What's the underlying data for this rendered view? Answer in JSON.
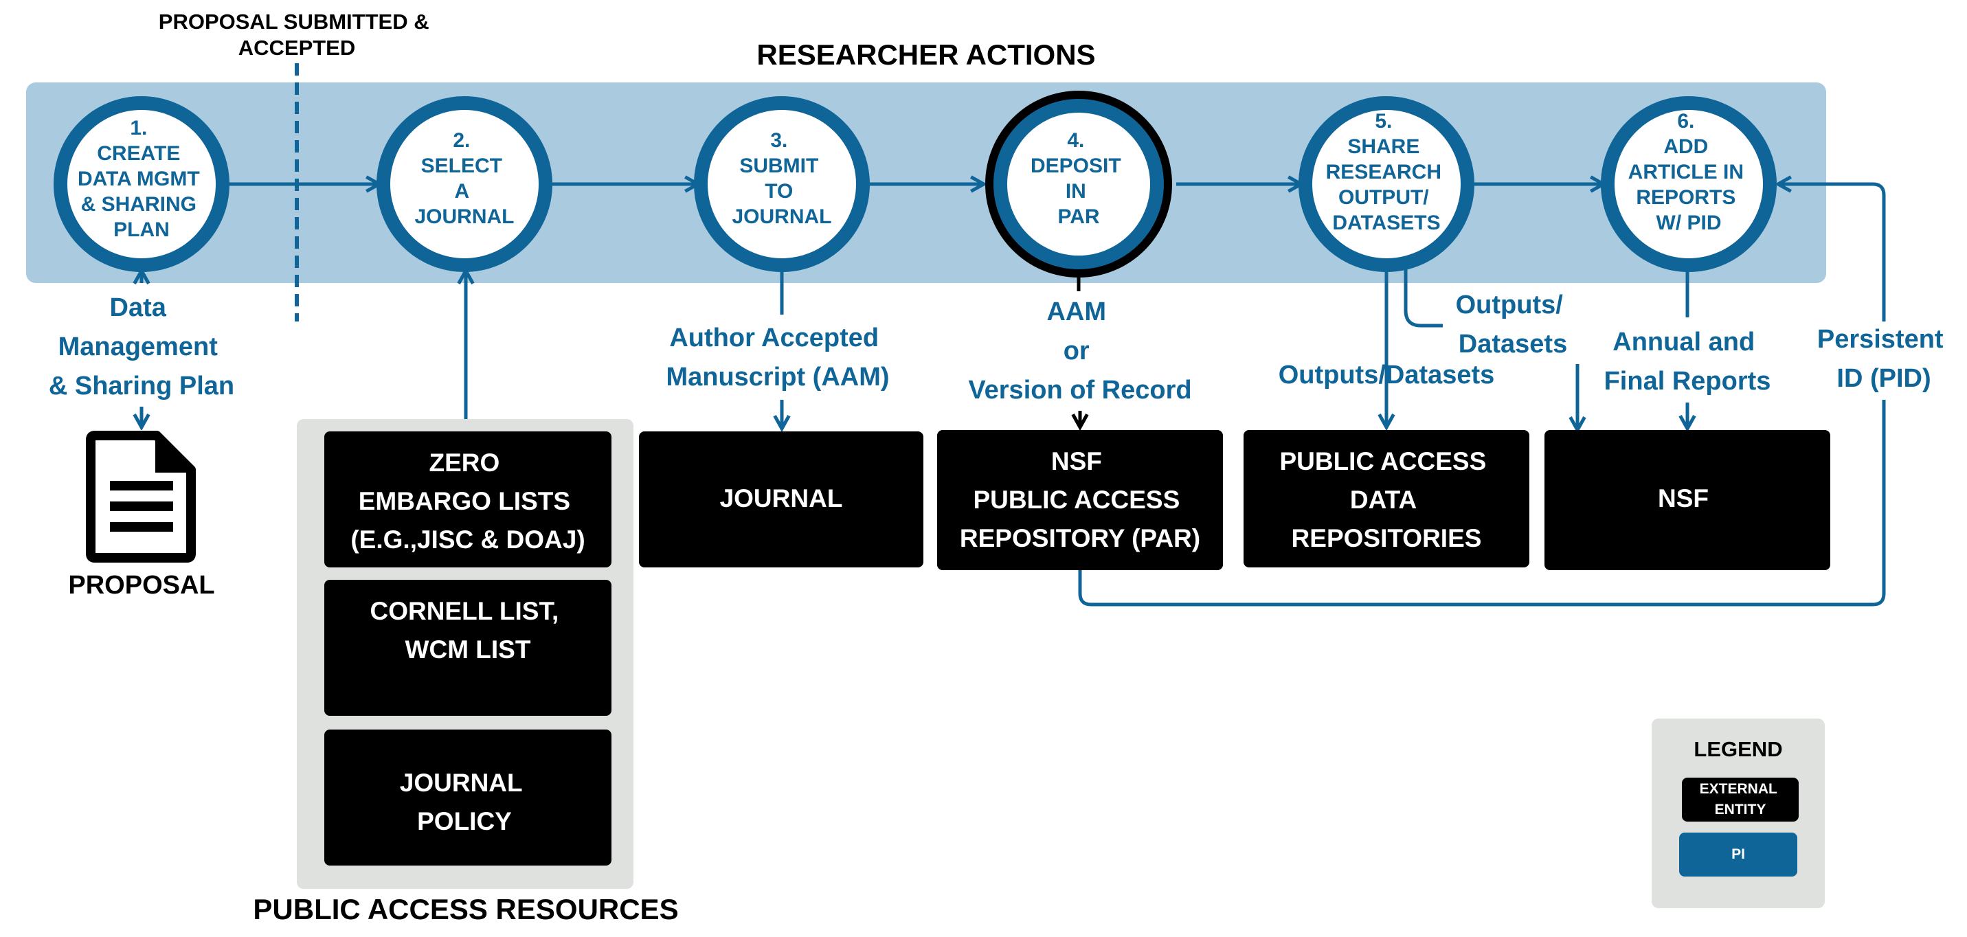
{
  "colors": {
    "band": "#a9cadf",
    "blue": "#0f6498",
    "black": "#000000",
    "white": "#ffffff",
    "panel": "#dfe1de"
  },
  "titles": {
    "researcher_actions": "RESEARCHER ACTIONS",
    "public_access_resources": "PUBLIC ACCESS RESOURCES",
    "proposal_submitted": [
      "PROPOSAL SUBMITTED &",
      "ACCEPTED"
    ]
  },
  "steps": [
    {
      "id": "step-1",
      "lines": [
        "1.",
        "CREATE",
        "DATA MGMT",
        "& SHARING",
        "PLAN"
      ]
    },
    {
      "id": "step-2",
      "lines": [
        "2.",
        "SELECT",
        "A",
        "JOURNAL"
      ]
    },
    {
      "id": "step-3",
      "lines": [
        "3.",
        "SUBMIT",
        "TO",
        "JOURNAL"
      ]
    },
    {
      "id": "step-4",
      "lines": [
        "4.",
        "DEPOSIT",
        "IN",
        "PAR"
      ]
    },
    {
      "id": "step-5",
      "lines": [
        "5.",
        "SHARE",
        "RESEARCH",
        "OUTPUT/",
        "DATASETS"
      ]
    },
    {
      "id": "step-6",
      "lines": [
        "6.",
        "ADD",
        "ARTICLE IN",
        "REPORTS",
        "W/ PID"
      ]
    }
  ],
  "labels": {
    "dmsp": [
      "Data",
      "Management",
      "& Sharing Plan"
    ],
    "aam_full": [
      "Author Accepted",
      "Manuscript (AAM)"
    ],
    "aam_or": [
      "AAM",
      "or",
      "Version of Record"
    ],
    "outputs_datasets": "Outputs/Datasets",
    "outputs_datasets_split": [
      "Outputs/",
      "Datasets"
    ],
    "reports": [
      "Annual and",
      "Final Reports"
    ],
    "pid": [
      "Persistent",
      "ID (PID)"
    ],
    "proposal": "PROPOSAL"
  },
  "entities": [
    {
      "id": "journal",
      "lines": [
        "JOURNAL"
      ]
    },
    {
      "id": "nsf-par",
      "lines": [
        "NSF",
        "PUBLIC ACCESS",
        "REPOSITORY (PAR)"
      ]
    },
    {
      "id": "data-repos",
      "lines": [
        "PUBLIC ACCESS",
        "DATA",
        "REPOSITORIES"
      ]
    },
    {
      "id": "nsf",
      "lines": [
        "NSF"
      ]
    }
  ],
  "resources": [
    {
      "id": "zero-embargo",
      "lines": [
        "ZERO",
        "EMBARGO LISTS",
        "(E.G.,JISC & DOAJ)"
      ]
    },
    {
      "id": "cornell",
      "lines": [
        "CORNELL LIST,",
        "WCM LIST"
      ]
    },
    {
      "id": "journal-policy",
      "lines": [
        "JOURNAL",
        "POLICY"
      ]
    }
  ],
  "legend": {
    "title": "LEGEND",
    "external": [
      "EXTERNAL",
      "ENTITY"
    ],
    "pi": "PI"
  }
}
